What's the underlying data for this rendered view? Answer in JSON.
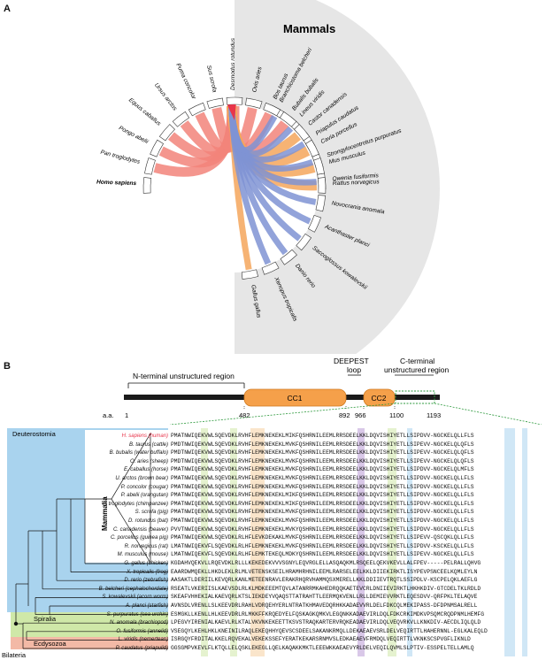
{
  "panel_a": {
    "letter": "A",
    "group_label": "Mammals",
    "species_mammals": [
      "Homo sapiens",
      "Pan troglodytes",
      "Pongo abelii",
      "Equus caballus",
      "Ursus arctos",
      "Puma concolor",
      "Sus scrofa",
      "Desmodus rotundus",
      "Ovis aries",
      "Bos taurus",
      "Bubalis bubalis",
      "Castor canadensis",
      "Cavia porcellus",
      "Mus musculus",
      "Rattus norvegicus"
    ],
    "species_other": [
      "Gallus gallus",
      "Xenopus tropicalis",
      "Danio rerio",
      "Saccoglossus kowalevskii",
      "Acanthaster planci",
      "Novocrania anomala",
      "Owenia fusiformis",
      "Strongylocentrotus purpuratus",
      "Priapulus caudatus",
      "Lineus viridis",
      "Branchiostoma belcheri"
    ],
    "colors": {
      "mammal": "#f2847a",
      "rodent": "#f5a65c",
      "other": "#7f93d3",
      "human": "#e8344a",
      "background": "#e6e6e6"
    }
  },
  "panel_b": {
    "letter": "B",
    "labels": {
      "nterm": "N-terminal unstructured region",
      "deepest": "DEEPEST",
      "loop": "loop",
      "cterm1": "C-terminal",
      "cterm2": "unstructured region",
      "cc1": "CC1",
      "cc2": "CC2",
      "aa": "a.a."
    },
    "positions": [
      "1",
      "482",
      "892",
      "966",
      "1100",
      "1193"
    ],
    "colors": {
      "coil": "#f5a04a",
      "coil_border": "#d07a20",
      "dotted": "#2e9a3e"
    }
  },
  "tree": {
    "deuterostomia": "Deuterostomia",
    "mammalia": "Mammalia",
    "spiralia": "Spiralia",
    "ecdysozoa": "Ecdysozoa",
    "bilateria": "Bilateria",
    "colors": {
      "deut": "#a9d3ee",
      "spir": "#cfe8a8",
      "ecdy": "#f3b9a6"
    }
  },
  "alignment": {
    "rows": [
      {
        "sp": "H. sapiens (human)",
        "seq": "PMATNWIQEKVWLSQEVDKLRVHFLEMKNEKEKLMIKFQSHRNILEEMLRRSDEELKKLDQVISHIYETLLSIPDVV-NGCKELQLLFLS",
        "red": true
      },
      {
        "sp": "B. taurus (cattle)",
        "seq": "PMDTNWIQEKVWLSQEVDKLRVHFLEMKNEKEKLMVKFQSHRNILEEMLRRSDEELKKLDQVISHIYETLLSIPEVV-NGCKELQLQFLS"
      },
      {
        "sp": "B. bubalis (water buffalo)",
        "seq": "PMDTNWIQEKVWLSQEVDKLRVHFLEMKNEKEKLMVKFQSHRNILEEMLRRSDEELKKLDQVISHIYETLLSIPEVV-NGCKELQLQFLS"
      },
      {
        "sp": "O. aries (sheep)",
        "seq": "PMDTNWIQEKVWLSQEVDKLRVHFLEMKNEKEKLMVKFQSHRNILEEMLRRSDEELKKLDQVISHIYETLLSIPEVV-NGCKELQLQFLS"
      },
      {
        "sp": "E. caballus (horse)",
        "seq": "PMATNWIQEKVWLSQEVDKLRVHFLEMKNEKEKLMVKFQSHRNILEEMLRRSDEELKKLDQVISHIYETLLSIPDVV-NGCKELQLMFLS"
      },
      {
        "sp": "U. arctos (brown bear)",
        "seq": "PMATNWIQEKVWLSQEVDKLRVHFLEMKNEKEKLMVKFQSHRNILEEMLRRSDEELKKLDQVISHIYETLLSIPDVV-NGCKELQLLFLS"
      },
      {
        "sp": "P. concolor (cougar)",
        "seq": "PMATNWIQEKVWLSQEVDKLRVHFLEMKNEKEKLMVKFQSHRNILEEMLRRSDEELKKLDQVISHIYETLLSIPDVV-NGCKELQLLFLS"
      },
      {
        "sp": "P. abelii (orangutan)",
        "seq": "PMATNWIQEKVWLSQEVDKLRVHFLEMKNEKEKLMIKFQSHRNILEEMLRRSDEELKKLDQVISHIYETLLSIPDVV-NGCKELQLLFLS"
      },
      {
        "sp": "P. troglodytes (chimpanzee)",
        "seq": "PMATNWIQEKVWLSQEVDKLRVHFLEMKNEKEKLMIKFQSHRNILEEMLRRSDEELKKLDQVISHIYETLLSIPDVV-NGCKELQLLFLS"
      },
      {
        "sp": "S. scrofa (pig)",
        "seq": "PMATNWIQEKVWLSQEVDKLRVHFLEMKNEKEKLMVKFQSHRNILEEMLRRSDEELKKLDQVISHIYETLLSIPDVV-NGCKELQLLFLS"
      },
      {
        "sp": "D. rotundus (bat)",
        "seq": "PMATNWIQEKVWLSQEVDKLRVHFLEMKNEKEKLMVKFQSHRNILEEMLRRSDEELKKLDQVISHIYETLLSIPDVV-NGCKELQLLFLS"
      },
      {
        "sp": "C. canadensis (beaver)",
        "seq": "PVVTNWIQEKVWLSQEVDKLRVHFLEMKNEKEKLMVKYQSHRNILEEMLRRSDEELKKLDQVISHIYETLLSIPDVV-NGCKELQLLFLS"
      },
      {
        "sp": "C. porcellus (guinea pig)",
        "seq": "PMATNWIQEKVWLSQEVDKLRLHFLEVKDEKAKLMVKFQSHRNILEEMLRRSDEELKKLDQVISHIYETLLSIPEVV-QSCQKLQLLFLS"
      },
      {
        "sp": "R. norvegicus (rat)",
        "seq": "LMATNWIQEKVFLSQEVDKLRLHFLEMKNEKEKLMVKFQSHRNILEEMLRRSDEELKKLDQVISHIYETLLSIPDVV-KSCKELQLLFLS"
      },
      {
        "sp": "M. musculus (mouse)",
        "seq": "LMATNWIQEKVFLSQEVDKLRLHFLEMKTEKEQLMDKYQSHRNILEEMLRRSDEELKKLDQVISHIYETLLSIPEVV-NGCKELQLLFLS"
      },
      {
        "sp": "G. gallus (chicken)",
        "seq": "KGDAHVQEKVLLRQEVDKLRLLLKEKEDEKVVVSGNYLEQVRGLELLASQAQKMLRSQEELQEKVKEVLLALFPEV-----PELRALLQHVG"
      },
      {
        "sp": "X. tropicalis (frog)",
        "seq": "EAARDWMQEKLLHKDLEKLRLMLVETENSKSEILHRAMHRHNILEEMLRARSELEELKKLDIIEKIRKTLISYPEVPSNCEELKQMLEYLN"
      },
      {
        "sp": "D. rerio (zebrafish)",
        "seq": "AASAKTLDERIILKEVQRLKANLMETEENRAVLERAKRHQRVHAMMQSXMERELLKKLDDIIEVTRQTLSSIPDLV-KSCPELQKLAEFLG"
      },
      {
        "sp": "B. belcheri (cephalochordate)",
        "seq": "RSEATLVKERIISLKAEVSDLRLKLMDKEEEMTQVLATANRRMKAHEDRQQKAETEVCRLDNIIEVIRKTLHKHKDIV-GTCDELTKLRDLD"
      },
      {
        "sp": "S. kowalevskii (acorn worm)",
        "seq": "SKEAFVHHEKIALKAEVQRLKTSLIEKDEYVQAQSTTATRAHTTLEERMQKVENLLRLLDEMIEVVRKTLEQESDVV-QRFPKLTELAQVE"
      },
      {
        "sp": "A. planci (starfish)",
        "seq": "AVNSDLVRENLLSLKEEVDRLRAHLVDRQEHYERLNTRATKHMAVEDQRHKKADAEVVRLDELFDKCQLMEKIPASS-DFDPNMSALRELL"
      },
      {
        "sp": "S. purpuratus (sea urchin)",
        "seq": "ESMGKLLKENLLHLKEEVDRLRLMKKFFKRQEDYELFQSKAGKQMKVLEGQNKKADAEVIRLDQLFDKCRKIMDKVPSQMCRQDPNMLHEMFG"
      },
      {
        "sp": "N. anomala (brachiopod)",
        "seq": "LPEGVYIRENIALKAEVLRLKTALVKVNKEKEETTKSVSTRAQKARTERVRQKEADAEVIRLDQLVEQVRKVLLKNKDIV-AECDLIQLQLD"
      },
      {
        "sp": "O. fusiformis (annelid)",
        "seq": "VSEGQYLKEHLHKLKNEINILRAQLEKEQHHYQEVSCSDEELSAKANKRMQLLDEKAEAEVSRLDELVEQIRTTLHAHERNNL-EGLKALEQLD"
      },
      {
        "sp": "L. viridis (nemertean)",
        "seq": "ISRGQYFRDITALKKELRQVEKALVEKEKSSEFYERATKEKARSRNMVSLEDKAEAEVFRMDQLVEQIRTTLVKNKSCSPVGFLIKNLD"
      },
      {
        "sp": "P. caudatus (priapulid)",
        "seq": "GGSGMPVKEVLFLKTQLLELQSKLEKEGLLQELKAQAKKMKTLEEEWKKAEAEVYRLDELVEQILQVMLSLPTIV-ESSPELTELLAMLQ"
      }
    ]
  }
}
